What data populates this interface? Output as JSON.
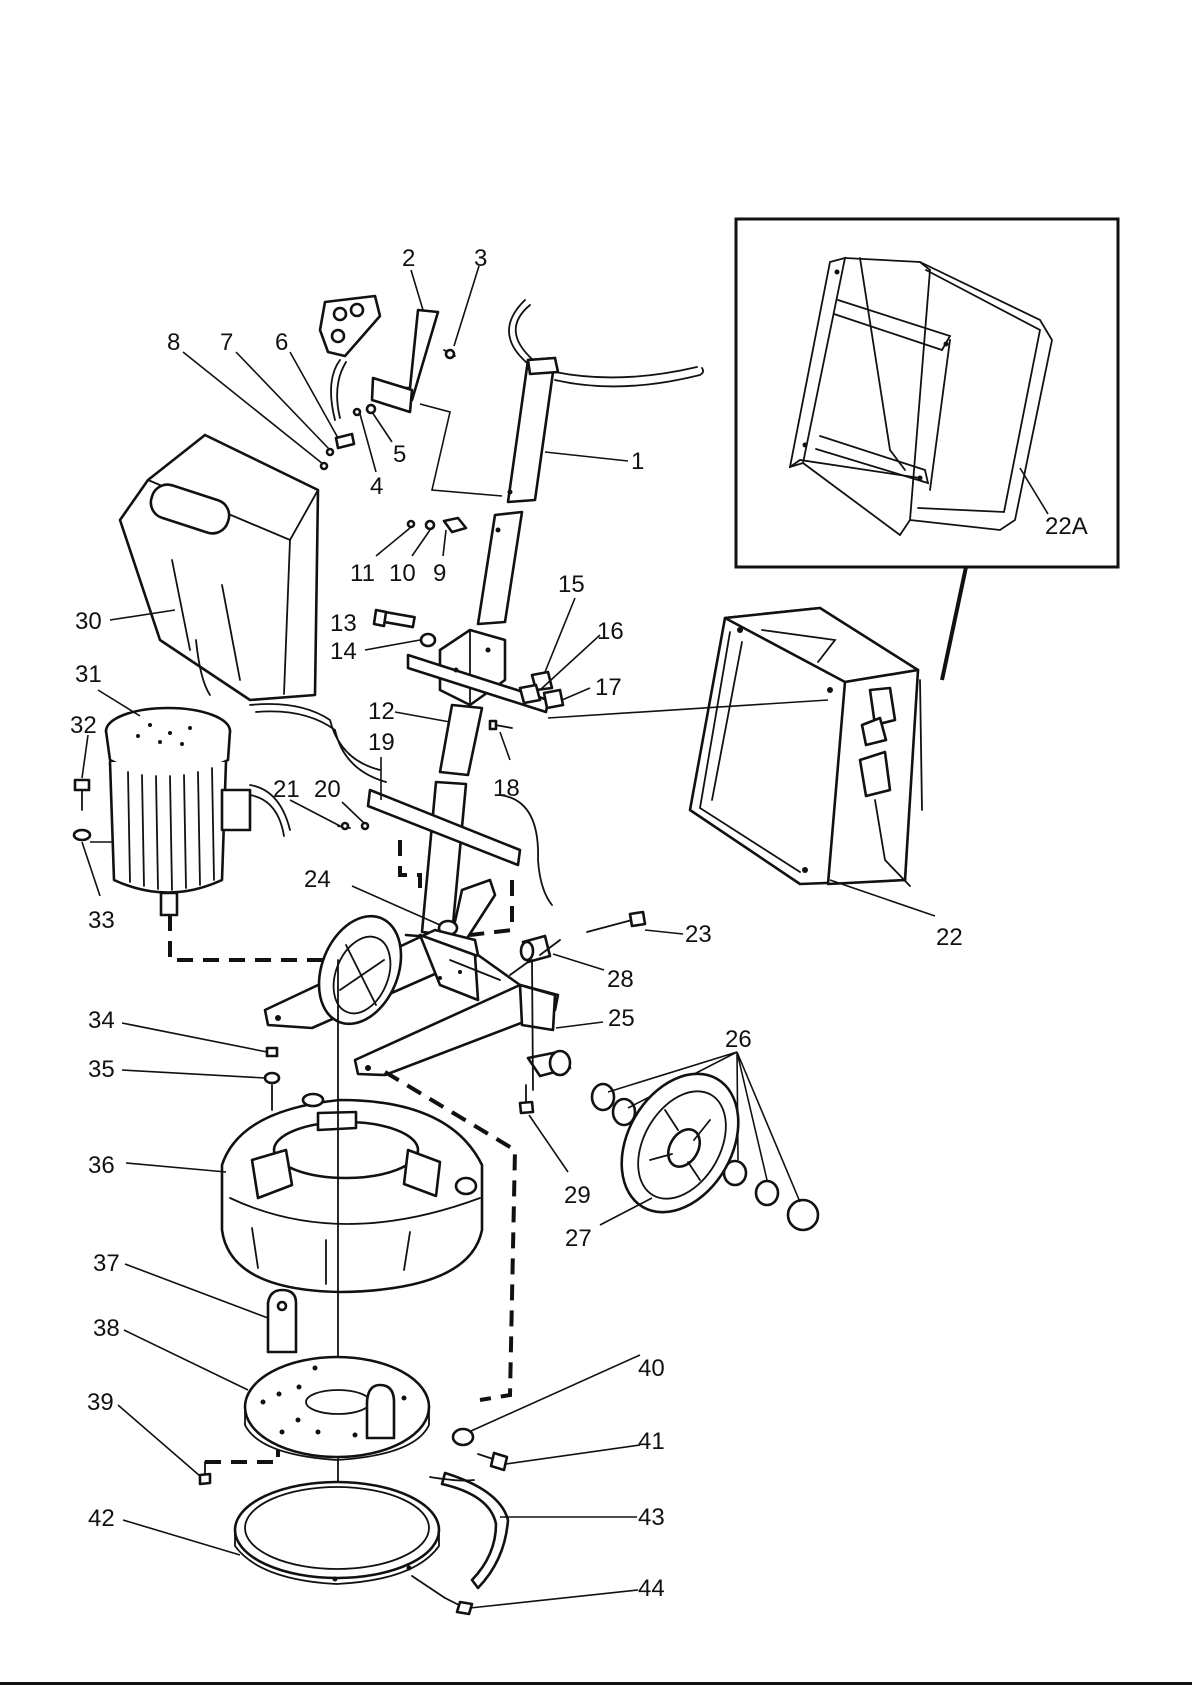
{
  "callouts": {
    "c1": "1",
    "c2": "2",
    "c3": "3",
    "c4": "4",
    "c5": "5",
    "c6": "6",
    "c7": "7",
    "c8": "8",
    "c9": "9",
    "c10": "10",
    "c11": "11",
    "c12": "12",
    "c13": "13",
    "c14": "14",
    "c15": "15",
    "c16": "16",
    "c17": "17",
    "c18": "18",
    "c19": "19",
    "c20": "20",
    "c21": "21",
    "c22": "22",
    "c22a": "22A",
    "c23": "23",
    "c24": "24",
    "c25": "25",
    "c26": "26",
    "c27": "27",
    "c28": "28",
    "c29": "29",
    "c30": "30",
    "c31": "31",
    "c32": "32",
    "c33": "33",
    "c34": "34",
    "c35": "35",
    "c36": "36",
    "c37": "37",
    "c38": "38",
    "c39": "39",
    "c40": "40",
    "c41": "41",
    "c42": "42",
    "c43": "43",
    "c44": "44"
  }
}
